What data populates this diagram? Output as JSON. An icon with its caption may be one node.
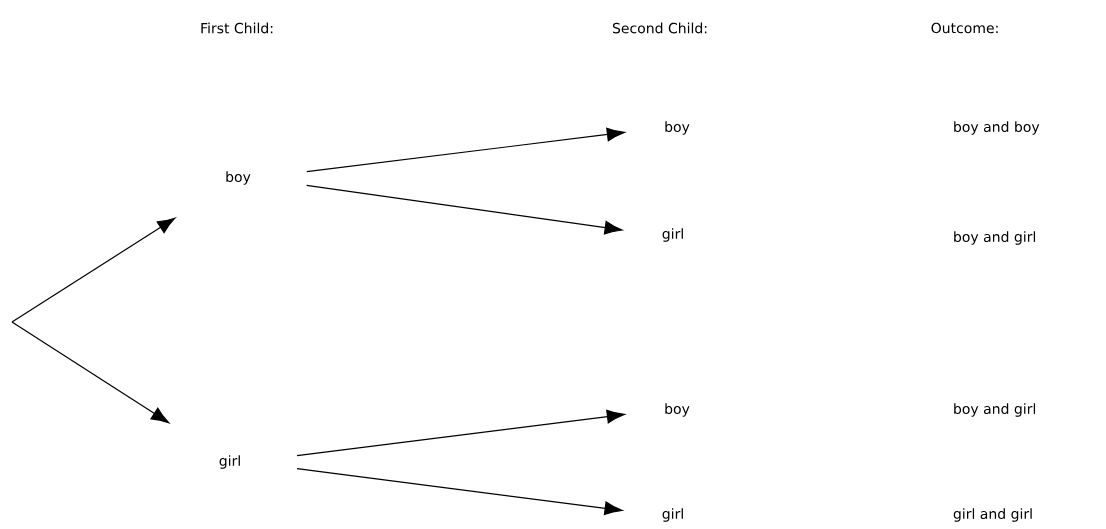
{
  "diagram": {
    "nodes": [
      {
        "text": [
          "boy"
        ]
      },
      {
        "text": [
          "girl"
        ]
      },
      {
        "text": [
          "boy"
        ]
      },
      {
        "text": [
          "girl"
        ]
      },
      {
        "text": [
          "boy"
        ]
      },
      {
        "text": [
          "girl"
        ]
      }
    ],
    "edges": [
      {
        "from": null,
        "to": 0,
        "arrow": "to"
      },
      {
        "from": null,
        "to": 1,
        "arrow": "to"
      },
      {
        "from": 0,
        "to": 2,
        "arrow": "to"
      },
      {
        "from": 0,
        "to": 3,
        "arrow": "to"
      },
      {
        "from": 1,
        "to": 4,
        "arrow": "to"
      },
      {
        "from": 1,
        "to": 5,
        "arrow": "to"
      }
    ],
    "labels": [
      "First Child:",
      "Second Child:",
      "Outcome:",
      "boy and boy",
      "boy and girl",
      "boy and girl",
      "girl and girl"
    ]
  }
}
